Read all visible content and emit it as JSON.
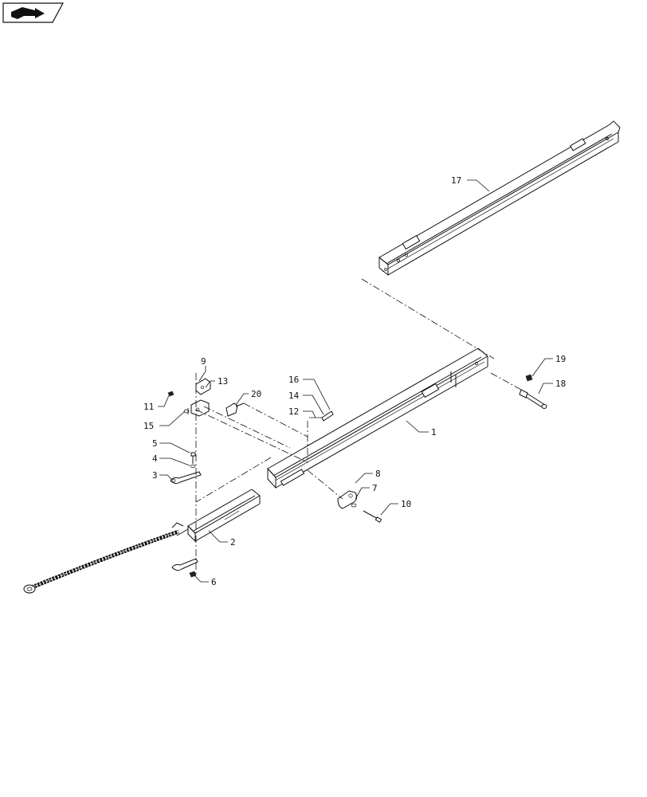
{
  "nav": {
    "icon": "page-turn-arrow-icon"
  },
  "parts": [
    {
      "id": "p1",
      "label": "1"
    },
    {
      "id": "p2",
      "label": "2"
    },
    {
      "id": "p3",
      "label": "3"
    },
    {
      "id": "p4",
      "label": "4"
    },
    {
      "id": "p5",
      "label": "5"
    },
    {
      "id": "p6",
      "label": "6"
    },
    {
      "id": "p7",
      "label": "7"
    },
    {
      "id": "p8",
      "label": "8"
    },
    {
      "id": "p9",
      "label": "9"
    },
    {
      "id": "p10",
      "label": "10"
    },
    {
      "id": "p11",
      "label": "11"
    },
    {
      "id": "p12",
      "label": "12"
    },
    {
      "id": "p13",
      "label": "13"
    },
    {
      "id": "p14",
      "label": "14"
    },
    {
      "id": "p15",
      "label": "15"
    },
    {
      "id": "p16",
      "label": "16"
    },
    {
      "id": "p17",
      "label": "17"
    },
    {
      "id": "p18",
      "label": "18"
    },
    {
      "id": "p19",
      "label": "19"
    },
    {
      "id": "p20",
      "label": "20"
    }
  ]
}
